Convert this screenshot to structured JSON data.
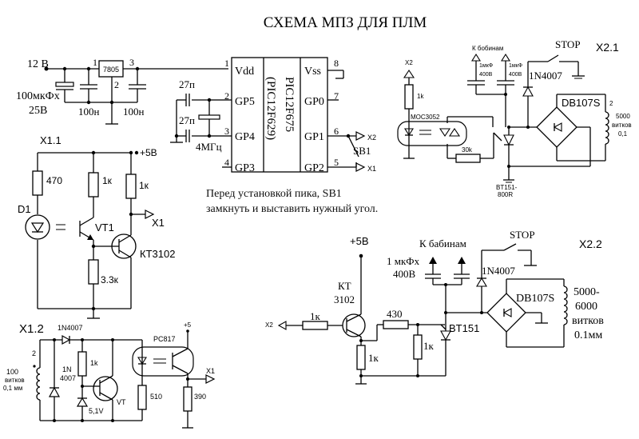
{
  "title": "СХЕМА МПЗ ДЛЯ ПЛМ",
  "power_section": {
    "input_voltage": "12 В",
    "regulator": "7805",
    "pins": {
      "in": "1",
      "gnd": "2",
      "out": "3"
    },
    "electrolytic_cap": {
      "value": "100мкФх",
      "voltage": "25В"
    },
    "cap_in": "100н",
    "cap_out": "100н"
  },
  "mcu": {
    "name": "PIC12F675",
    "alt_name": "(PIC12F629)",
    "pins": [
      {
        "num": "1",
        "name": "Vdd"
      },
      {
        "num": "2",
        "name": "GP5"
      },
      {
        "num": "3",
        "name": "GP4"
      },
      {
        "num": "4",
        "name": "GP3"
      },
      {
        "num": "8",
        "name": "Vss"
      },
      {
        "num": "7",
        "name": "GP0"
      },
      {
        "num": "6",
        "name": "GP1"
      },
      {
        "num": "5",
        "name": "GP2"
      }
    ],
    "crystal": "4МГц",
    "cap1": "27п",
    "cap2": "27п",
    "switch": "SB1",
    "out_gp1": "X2",
    "out_gp2": "X1"
  },
  "note": "Перед установкой пика, SB1 замкнуть и выставить нужный угол.",
  "x1_1": {
    "label": "X1.1",
    "supply": "+5В",
    "r_led": "470",
    "led": "D1",
    "r_collector1": "1к",
    "phototransistor": "VT1",
    "r_collector2": "1к",
    "output": "X1",
    "transistor": "КТ3102",
    "r_emitter": "3.3к"
  },
  "x1_2": {
    "label": "X1.2",
    "coil_pin": "2",
    "coil": "100 витков 0,1 мм",
    "coil_lines": [
      "100",
      "витков",
      "0,1 мм"
    ],
    "diode_series": "1N4007",
    "diode_shunt_lines": [
      "1N",
      "4007"
    ],
    "r1": "1k",
    "zener": "5,1V",
    "transistor": "VT",
    "optocoupler": "PC817",
    "r_led": "510",
    "supply": "+5",
    "output": "X1",
    "r_out": "390"
  },
  "x2_1": {
    "label": "X2.1",
    "input": "X2",
    "r_in": "1k",
    "optotriac": "MOC3052",
    "r_gate": "30k",
    "thyristor_lines": [
      "BT151-",
      "800R"
    ],
    "coils_label": "К бобинам",
    "cap1_lines": [
      "1мкФ",
      "400В"
    ],
    "cap2_lines": [
      "1мкФ",
      "400В"
    ],
    "switch": "STOP",
    "diode": "1N4007",
    "bridge": "DB107S",
    "coil_pin": "2",
    "coil_lines": [
      "5000",
      "витков",
      "0,1"
    ]
  },
  "x2_2": {
    "label": "X2.2",
    "supply": "+5В",
    "input": "X2",
    "r_base": "1к",
    "transistor_lines": [
      "КТ",
      "3102"
    ],
    "r_series": "430",
    "r_emitter": "1к",
    "r_gate": "1к",
    "thyristor": "BT151",
    "coils_label": "К бабинам",
    "caps_lines": [
      "1 мкФх",
      "400В"
    ],
    "switch": "STOP",
    "diode": "1N4007",
    "bridge": "DB107S",
    "coil_lines": [
      "5000-",
      "6000",
      "витков",
      "0.1мм"
    ]
  }
}
